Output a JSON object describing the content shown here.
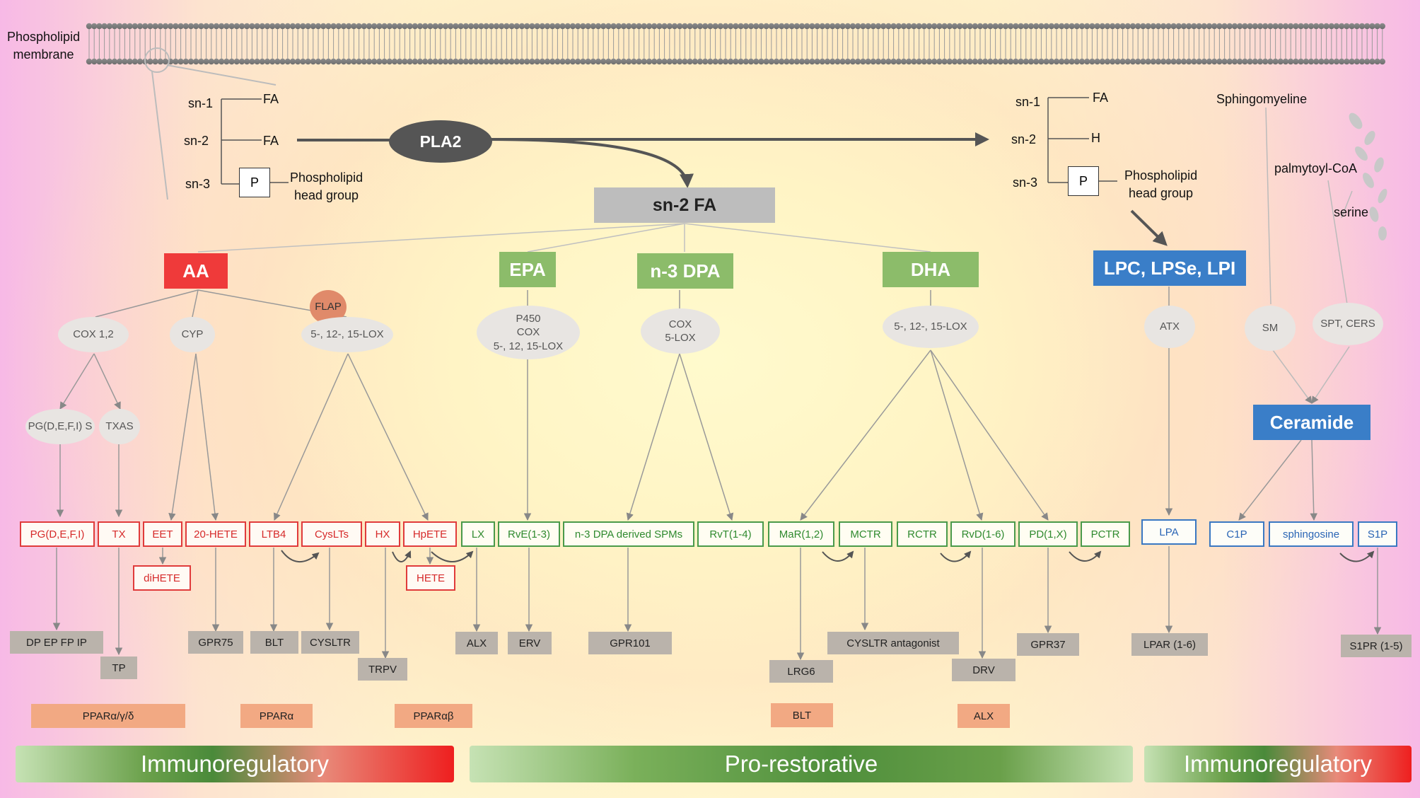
{
  "membrane": {
    "label_line1": "Phospholipid",
    "label_line2": "membrane"
  },
  "left_phospholipid": {
    "sn1": "sn-1",
    "sn2": "sn-2",
    "sn3": "sn-3",
    "fa1": "FA",
    "fa2": "FA",
    "p": "P",
    "head_line1": "Phospholipid",
    "head_line2": "head group"
  },
  "right_phospholipid": {
    "sn1": "sn-1",
    "sn2": "sn-2",
    "sn3": "sn-3",
    "fa1": "FA",
    "h": "H",
    "p": "P",
    "head_line1": "Phospholipid",
    "head_line2": "head group"
  },
  "pla2": "PLA2",
  "sn2fa": "sn-2 FA",
  "sphingo": {
    "sphingomyeline": "Sphingomyeline",
    "palmitoyl": "palmytoyl-CoA",
    "serine": "serine"
  },
  "headers": {
    "aa": "AA",
    "epa": "EPA",
    "n3dpa": "n-3 DPA",
    "dha": "DHA",
    "lpc": "LPC, LPSe, LPI",
    "ceramide": "Ceramide"
  },
  "enzymes": {
    "flap": "FLAP",
    "cox12": "COX 1,2",
    "cyp": "CYP",
    "lox_aa": "5-, 12-, 15-LOX",
    "p450_1": "P450",
    "p450_2": "COX",
    "p450_3": "5-, 12, 15-LOX",
    "dpa_1": "COX",
    "dpa_2": "5-LOX",
    "lox_dha": "5-, 12-, 15-LOX",
    "atx": "ATX",
    "sm": "SM",
    "spt": "SPT, CERS",
    "pg_synth": "PG(D,E,F,I) S",
    "txas": "TXAS"
  },
  "mediators": {
    "pg": "PG(D,E,F,I)",
    "tx": "TX",
    "eet": "EET",
    "hete20": "20-HETE",
    "ltb4": "LTB4",
    "cyslts": "CysLTs",
    "hx": "HX",
    "hpete": "HpETE",
    "dihete": "diHETE",
    "hete": "HETE",
    "lx": "LX",
    "rve": "RvE(1-3)",
    "n3dpa_spm": "n-3 DPA derived SPMs",
    "rvt": "RvT(1-4)",
    "mar": "MaR(1,2)",
    "mctr": "MCTR",
    "rctr": "RCTR",
    "rvd": "RvD(1-6)",
    "pd": "PD(1,X)",
    "pctr": "PCTR",
    "lpa": "LPA",
    "c1p": "C1P",
    "sphingosine": "sphingosine",
    "s1p": "S1P"
  },
  "receptors": {
    "prostanoid": "DP   EP   FP   IP",
    "tp": "TP",
    "gpr75": "GPR75",
    "blt": "BLT",
    "cysltr": "CYSLTR",
    "trpv": "TRPV",
    "alx": "ALX",
    "erv": "ERV",
    "gpr101": "GPR101",
    "cysltr_ant": "CYSLTR antagonist",
    "lrg6": "LRG6",
    "drv": "DRV",
    "gpr37": "GPR37",
    "lpar": "LPAR (1-6)",
    "s1pr": "S1PR (1-5)"
  },
  "ppar": {
    "ppar_agd": "PPARα/γ/δ",
    "ppar_a": "PPARα",
    "ppar_ab": "PPARαβ",
    "blt2": "BLT",
    "alx2": "ALX"
  },
  "bands": {
    "left": "Immunoregulatory",
    "middle": "Pro-restorative",
    "right": "Immunoregulatory"
  }
}
